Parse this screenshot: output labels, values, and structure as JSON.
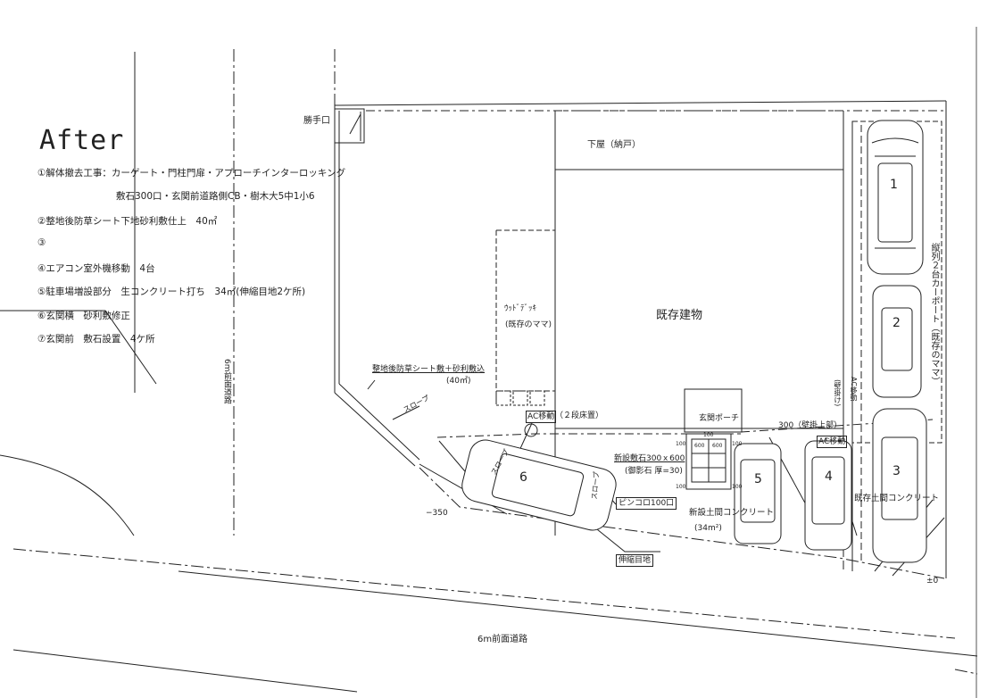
{
  "title": "After",
  "notes": [
    "①解体撤去工事：カーゲート・門柱門扉・アプローチインターロッキング",
    "敷石300口・玄関前道路側CB・樹木大5中1小6",
    "②整地後防草シート下地砂利敷仕上　40㎡",
    "③",
    "④エアコン室外機移動　4台",
    "⑤駐車場増設部分　生コンクリート打ち　34㎡(伸縮目地2ケ所)",
    "⑥玄関横　砂利敷修正",
    "⑦玄関前　敷石設置　4ケ所"
  ],
  "labels": {
    "kattekuchi": "勝手口",
    "shimoya": "下屋（納戸）",
    "kizon_tatemono": "既存建物",
    "wood_deck": "ｳｯﾄﾞﾃﾞｯｷ",
    "wood_deck_note": "(既存のママ)",
    "seichi": "整地後防草シート敷＋砂利敷込",
    "seichi_area": "(40㎡)",
    "slope1": "スロープ",
    "slope2": "スロープ",
    "slope3": "スロープ",
    "ac_move1": "AC移動",
    "ni_dan": "（２段床置）",
    "ac_move2": "AC移動",
    "ac_move3": "AC移動",
    "genkan_porch": "玄関ポーチ",
    "kabekake": "300（壁掛上部）",
    "kabekake2": "(壁掛け)",
    "shinsetsu_shiki": "新設敷石300ｘ600",
    "mikage": "(御影石 厚=30)",
    "pinkoro": "ピンコロ100口",
    "shinsetsu_doma": "新設土間コンクリート",
    "doma_area": "(34m²)",
    "kizon_doma": "既存土間コンクリート",
    "carport": "縦列２台カーポート（既存のママ）",
    "shinshuku": "伸縮目地",
    "minus350": "−350",
    "pm0": "±0",
    "road_side": "6m前面道路",
    "road_bottom": "6m前面道路",
    "dim100a": "100",
    "dim100b": "100",
    "dim100c": "100",
    "dim100d": "100",
    "dim100e": "100",
    "dim600a": "600",
    "dim600b": "600"
  },
  "cars": [
    "1",
    "2",
    "3",
    "4",
    "5",
    "6"
  ]
}
